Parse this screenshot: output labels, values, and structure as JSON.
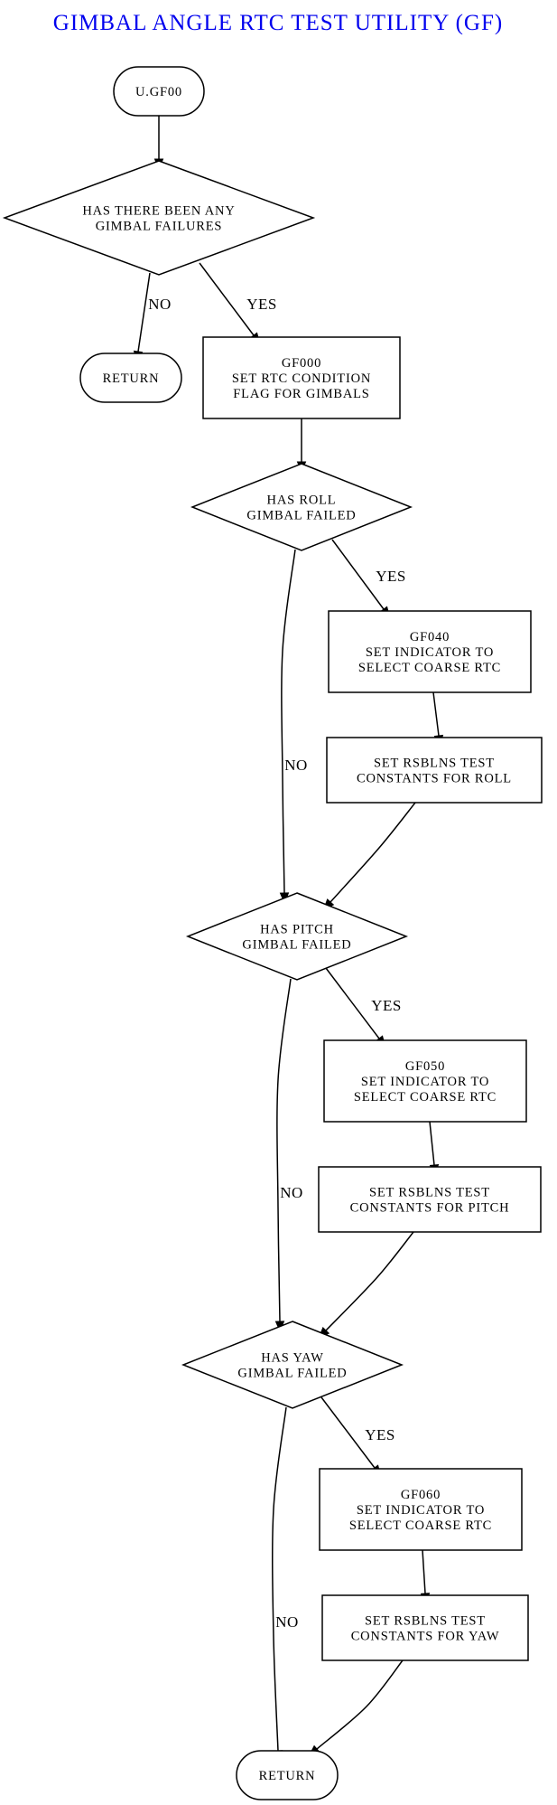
{
  "title": "GIMBAL ANGLE RTC TEST UTILITY (GF)",
  "colors": {
    "title": "#0000ee",
    "stroke": "#000000",
    "background": "#ffffff"
  },
  "nodes": {
    "start": {
      "shape": "terminal",
      "lines": [
        "U.GF00"
      ]
    },
    "any_failures": {
      "shape": "decision",
      "lines": [
        "HAS THERE BEEN ANY",
        "GIMBAL FAILURES"
      ]
    },
    "return_1": {
      "shape": "terminal",
      "lines": [
        "RETURN"
      ]
    },
    "gf000": {
      "shape": "process",
      "lines": [
        "GF000",
        "SET RTC CONDITION",
        "FLAG FOR GIMBALS"
      ]
    },
    "roll_failed": {
      "shape": "decision",
      "lines": [
        "HAS ROLL",
        "GIMBAL FAILED"
      ]
    },
    "gf040": {
      "shape": "process",
      "lines": [
        "GF040",
        "SET INDICATOR TO",
        "SELECT COARSE RTC"
      ]
    },
    "roll_consts": {
      "shape": "process",
      "lines": [
        "SET RSBLNS TEST",
        "CONSTANTS FOR ROLL"
      ]
    },
    "pitch_failed": {
      "shape": "decision",
      "lines": [
        "HAS PITCH",
        "GIMBAL FAILED"
      ]
    },
    "gf050": {
      "shape": "process",
      "lines": [
        "GF050",
        "SET INDICATOR TO",
        "SELECT COARSE RTC"
      ]
    },
    "pitch_consts": {
      "shape": "process",
      "lines": [
        "SET RSBLNS TEST",
        "CONSTANTS FOR PITCH"
      ]
    },
    "yaw_failed": {
      "shape": "decision",
      "lines": [
        "HAS YAW",
        "GIMBAL FAILED"
      ]
    },
    "gf060": {
      "shape": "process",
      "lines": [
        "GF060",
        "SET INDICATOR TO",
        "SELECT COARSE RTC"
      ]
    },
    "yaw_consts": {
      "shape": "process",
      "lines": [
        "SET RSBLNS TEST",
        "CONSTANTS FOR YAW"
      ]
    },
    "return_2": {
      "shape": "terminal",
      "lines": [
        "RETURN"
      ]
    }
  },
  "edges": [
    {
      "from": "start",
      "to": "any_failures",
      "label": ""
    },
    {
      "from": "any_failures",
      "to": "return_1",
      "label": "NO"
    },
    {
      "from": "any_failures",
      "to": "gf000",
      "label": "YES"
    },
    {
      "from": "gf000",
      "to": "roll_failed",
      "label": ""
    },
    {
      "from": "roll_failed",
      "to": "gf040",
      "label": "YES"
    },
    {
      "from": "gf040",
      "to": "roll_consts",
      "label": ""
    },
    {
      "from": "roll_consts",
      "to": "pitch_failed",
      "label": ""
    },
    {
      "from": "roll_failed",
      "to": "pitch_failed",
      "label": "NO"
    },
    {
      "from": "pitch_failed",
      "to": "gf050",
      "label": "YES"
    },
    {
      "from": "gf050",
      "to": "pitch_consts",
      "label": ""
    },
    {
      "from": "pitch_consts",
      "to": "yaw_failed",
      "label": ""
    },
    {
      "from": "pitch_failed",
      "to": "yaw_failed",
      "label": "NO"
    },
    {
      "from": "yaw_failed",
      "to": "gf060",
      "label": "YES"
    },
    {
      "from": "gf060",
      "to": "yaw_consts",
      "label": ""
    },
    {
      "from": "yaw_consts",
      "to": "return_2",
      "label": ""
    },
    {
      "from": "yaw_failed",
      "to": "return_2",
      "label": "NO"
    }
  ]
}
